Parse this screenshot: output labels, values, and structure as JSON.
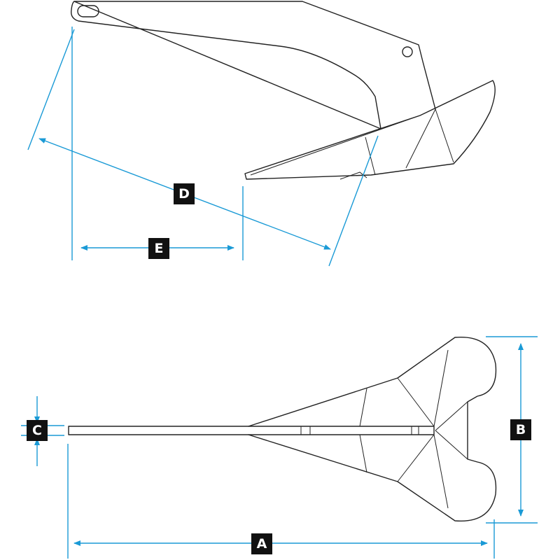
{
  "colors": {
    "dimension_line": "#1a9ad6",
    "outline": "#222222",
    "label_background": "#111111",
    "label_text": "#ffffff"
  },
  "labels": {
    "a": "A",
    "b": "B",
    "c": "C",
    "d": "D",
    "e": "E"
  }
}
